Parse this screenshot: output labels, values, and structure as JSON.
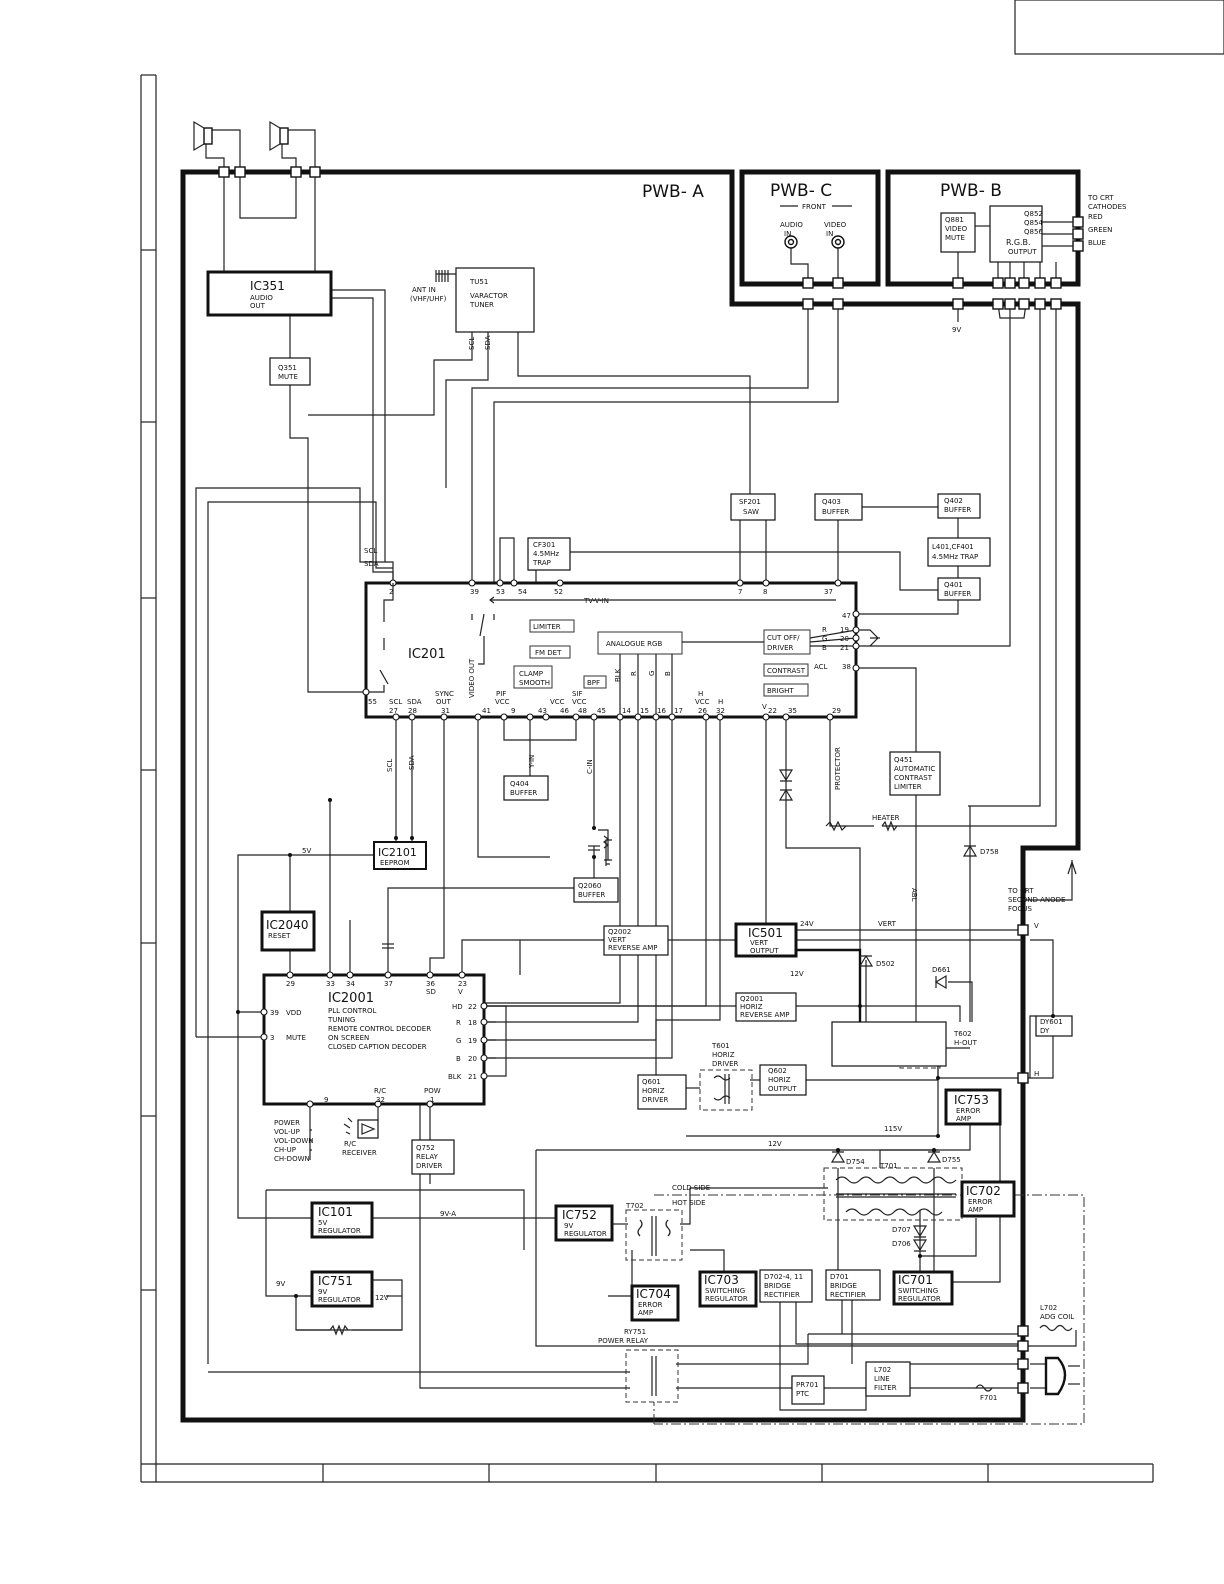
{
  "boards": {
    "a": "PWB- A",
    "b": "PWB- B",
    "c": "PWB- C"
  },
  "front": {
    "title": "FRONT",
    "audio": [
      "AUDIO",
      "IN"
    ],
    "video": [
      "VIDEO",
      "IN"
    ]
  },
  "crt": {
    "cathodes": [
      "TO CRT",
      "CATHODES"
    ],
    "red": "RED",
    "green": "GREEN",
    "blue": "BLUE",
    "anode": [
      "TO CRT",
      "SECOND ANODE",
      "FOCUS"
    ]
  },
  "ic351": {
    "name": "IC351",
    "lines": [
      "AUDIO",
      "OUT"
    ]
  },
  "q351": {
    "lines": [
      "Q351",
      "MUTE"
    ]
  },
  "tu51": {
    "lines": [
      "TU51",
      "VARACTOR",
      "TUNER"
    ],
    "ant": [
      "ANT IN",
      "(VHF/UHF)"
    ],
    "scl": "SCL",
    "sda": "SDA"
  },
  "q881": {
    "lines": [
      "Q881",
      "VIDEO",
      "MUTE"
    ]
  },
  "rgb_out": {
    "lines": [
      "Q852",
      "Q854",
      "Q856",
      "R.G.B.",
      "OUTPUT"
    ]
  },
  "v9": "9V",
  "sf201": {
    "lines": [
      "SF201",
      "SAW"
    ]
  },
  "q403": {
    "lines": [
      "Q403",
      "BUFFER"
    ]
  },
  "q402": {
    "lines": [
      "Q402",
      "BUFFER"
    ]
  },
  "l401": {
    "lines": [
      "L401,CF401",
      "4.5MHz TRAP"
    ]
  },
  "q401": {
    "lines": [
      "Q401",
      "BUFFER"
    ]
  },
  "cf301": {
    "lines": [
      "CF301",
      "4.5MHz",
      "TRAP"
    ]
  },
  "ic201": {
    "name": "IC201",
    "top_pins": [
      "2",
      "39",
      "53",
      "54",
      "52",
      "7",
      "8",
      "37"
    ],
    "tv_v_in": "TV-V-IN",
    "limiter": "LIMITER",
    "fm_det": "FM DET",
    "analogue_rgb": "ANALOGUE RGB",
    "cutoff": [
      "CUT OFF/",
      "DRIVER"
    ],
    "rgb_pins": [
      [
        "R",
        "19"
      ],
      [
        "G",
        "20"
      ],
      [
        "B",
        "21"
      ]
    ],
    "pin47": "47",
    "acl": "ACL",
    "pin38": "38",
    "contrast": "CONTRAST",
    "bright": "BRIGHT",
    "clamp": [
      "CLAMP",
      "SMOOTH"
    ],
    "bpf": "BPF",
    "video_out": "VIDEO OUT",
    "blk": "BLK",
    "r": "R",
    "g": "G",
    "b": "B",
    "pin55": "55",
    "bottom_labels": [
      "SCL",
      "SDA",
      "SYNC",
      "OUT",
      "PIF",
      "VCC",
      "VCC",
      "SIF",
      "VCC",
      "H",
      "VCC",
      "H",
      "V"
    ],
    "bottom_pins": [
      "27",
      "28",
      "31",
      "41",
      "9",
      "43",
      "46",
      "48",
      "45",
      "14",
      "15",
      "16",
      "17",
      "26",
      "32",
      "22",
      "35",
      "29"
    ]
  },
  "signals": {
    "scl": "SCL",
    "sda": "SDA",
    "y_in": "Y-IN",
    "c_in": "C-IN",
    "protector": "PROTECTOR",
    "heater": "HEATER",
    "abl": "ABL",
    "v5": "5V",
    "v24": "24V",
    "vert": "VERT",
    "v12a": "12V",
    "v115": "115V",
    "v12b": "12V",
    "v9a": "9V-A",
    "v9": "9V",
    "v12c": "12V",
    "cold": "COLD SIDE",
    "hot": "HOT SIDE",
    "v_term": "V",
    "h_term": "H"
  },
  "q404": {
    "lines": [
      "Q404",
      "BUFFER"
    ]
  },
  "q451": {
    "lines": [
      "Q451",
      "AUTOMATIC",
      "CONTRAST",
      "LIMITER"
    ]
  },
  "ic2101": {
    "name": "IC2101",
    "lines": [
      "EEPROM"
    ]
  },
  "q2060": {
    "lines": [
      "Q2060",
      "BUFFER"
    ]
  },
  "ic2040": {
    "name": "IC2040",
    "lines": [
      "RESET"
    ]
  },
  "ic501": {
    "name": "IC501",
    "lines": [
      "VERT",
      "OUTPUT"
    ]
  },
  "q2002": {
    "lines": [
      "Q2002",
      "VERT",
      "REVERSE AMP"
    ]
  },
  "q2001": {
    "lines": [
      "Q2001",
      "HORIZ",
      "REVERSE AMP"
    ]
  },
  "ic2001": {
    "name": "IC2001",
    "lines": [
      "PLL CONTROL",
      "TUNING",
      "REMOTE CONTROL DECODER",
      "ON SCREEN",
      "CLOSED CAPTION DECODER"
    ],
    "top_pins": [
      "29",
      "33",
      "34",
      "37",
      "36",
      "23"
    ],
    "top_labels": [
      "SD",
      "V"
    ],
    "left_pins": [
      [
        "39",
        "VDD"
      ],
      [
        "3",
        "MUTE"
      ]
    ],
    "right_pins": [
      [
        "HD",
        "22"
      ],
      [
        "R",
        "18"
      ],
      [
        "G",
        "19"
      ],
      [
        "B",
        "20"
      ],
      [
        "BLK",
        "21"
      ]
    ],
    "bottom_pins": [
      "9",
      "32",
      "1"
    ],
    "bottom_labels": [
      "R/C",
      "POW"
    ]
  },
  "keys": [
    "POWER",
    "VOL-UP",
    "VOL-DOWN",
    "CH-UP",
    "CH-DOWN"
  ],
  "rc_receiver": [
    "R/C",
    "RECEIVER"
  ],
  "q752": {
    "lines": [
      "Q752",
      "RELAY",
      "DRIVER"
    ]
  },
  "t601": {
    "lines": [
      "T601",
      "HORIZ",
      "DRIVER"
    ]
  },
  "q601": {
    "lines": [
      "Q601",
      "HORIZ",
      "DRIVER"
    ]
  },
  "q602": {
    "lines": [
      "Q602",
      "HORIZ",
      "OUTPUT"
    ]
  },
  "t602": {
    "lines": [
      "T602",
      "H-OUT"
    ]
  },
  "dy601": {
    "lines": [
      "DY601",
      "DY"
    ]
  },
  "ic753": {
    "name": "IC753",
    "lines": [
      "ERROR",
      "AMP"
    ]
  },
  "ic702": {
    "name": "IC702",
    "lines": [
      "ERROR",
      "AMP"
    ]
  },
  "ic101": {
    "name": "IC101",
    "lines": [
      "5V",
      "REGULATOR"
    ]
  },
  "ic751": {
    "name": "IC751",
    "lines": [
      "9V",
      "REGULATOR"
    ]
  },
  "ic752": {
    "name": "IC752",
    "lines": [
      "9V",
      "REGULATOR"
    ]
  },
  "ic704": {
    "name": "IC704",
    "lines": [
      "ERROR",
      "AMP"
    ]
  },
  "ic703": {
    "name": "IC703",
    "lines": [
      "SWITCHING",
      "REGULATOR"
    ]
  },
  "d702": {
    "lines": [
      "D702-4, 11",
      "BRIDGE",
      "RECTIFIER"
    ]
  },
  "d701": {
    "lines": [
      "D701",
      "BRIDGE",
      "RECTIFIER"
    ]
  },
  "ic701": {
    "name": "IC701",
    "lines": [
      "SWITCHING",
      "REGULATOR"
    ]
  },
  "diodes": {
    "d758": "D758",
    "d502": "D502",
    "d661": "D661",
    "d754": "D754",
    "d755": "D755",
    "d707": "D707",
    "d706": "D706"
  },
  "transformers": {
    "t701": "T701",
    "t702": "T702"
  },
  "ry751": [
    "RY751",
    "POWER RELAY"
  ],
  "l702c": [
    "L702",
    "ADG COIL"
  ],
  "l702": {
    "lines": [
      "L702",
      "LINE",
      "FILTER"
    ]
  },
  "pr701": {
    "lines": [
      "PR701",
      "PTC"
    ]
  },
  "f701": "F701"
}
